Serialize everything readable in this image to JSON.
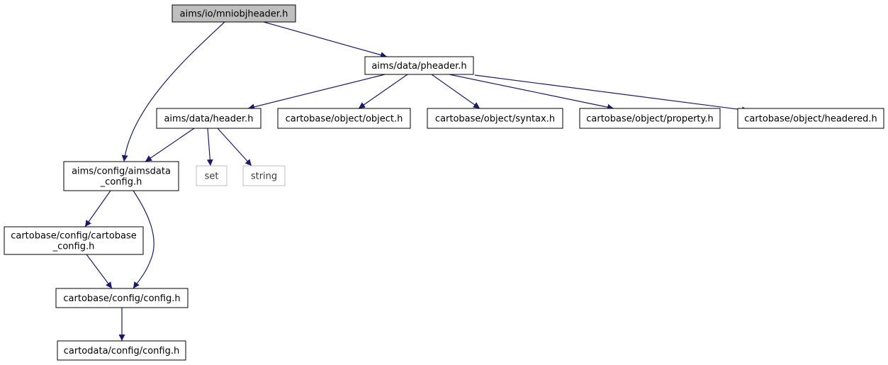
{
  "diagram": {
    "type": "include-dependency-graph",
    "colors": {
      "edge": "#191970",
      "node_border": "#000000",
      "root_fill": "#bfbfbf",
      "node_fill": "#ffffff",
      "system_border": "#bfbfbf"
    },
    "nodes": [
      {
        "id": "mniobjheader",
        "lines": [
          "aims/io/mniobjheader.h"
        ],
        "kind": "root"
      },
      {
        "id": "pheader",
        "lines": [
          "aims/data/pheader.h"
        ],
        "kind": "file"
      },
      {
        "id": "header",
        "lines": [
          "aims/data/header.h"
        ],
        "kind": "file"
      },
      {
        "id": "object",
        "lines": [
          "cartobase/object/object.h"
        ],
        "kind": "file"
      },
      {
        "id": "syntax",
        "lines": [
          "cartobase/object/syntax.h"
        ],
        "kind": "file"
      },
      {
        "id": "property",
        "lines": [
          "cartobase/object/property.h"
        ],
        "kind": "file"
      },
      {
        "id": "headered",
        "lines": [
          "cartobase/object/headered.h"
        ],
        "kind": "file"
      },
      {
        "id": "aimsdata_config",
        "lines": [
          "aims/config/aimsdata",
          "_config.h"
        ],
        "kind": "file"
      },
      {
        "id": "set",
        "lines": [
          "set"
        ],
        "kind": "system"
      },
      {
        "id": "string",
        "lines": [
          "string"
        ],
        "kind": "system"
      },
      {
        "id": "cartobase_config",
        "lines": [
          "cartobase/config/cartobase",
          "_config.h"
        ],
        "kind": "file"
      },
      {
        "id": "cb_config",
        "lines": [
          "cartobase/config/config.h"
        ],
        "kind": "file"
      },
      {
        "id": "cd_config",
        "lines": [
          "cartodata/config/config.h"
        ],
        "kind": "file"
      }
    ],
    "edges": [
      {
        "from": "mniobjheader",
        "to": "pheader"
      },
      {
        "from": "mniobjheader",
        "to": "aimsdata_config"
      },
      {
        "from": "pheader",
        "to": "header"
      },
      {
        "from": "pheader",
        "to": "object"
      },
      {
        "from": "pheader",
        "to": "syntax"
      },
      {
        "from": "pheader",
        "to": "property"
      },
      {
        "from": "pheader",
        "to": "headered"
      },
      {
        "from": "header",
        "to": "aimsdata_config"
      },
      {
        "from": "header",
        "to": "set"
      },
      {
        "from": "header",
        "to": "string"
      },
      {
        "from": "aimsdata_config",
        "to": "cartobase_config"
      },
      {
        "from": "aimsdata_config",
        "to": "cb_config"
      },
      {
        "from": "cartobase_config",
        "to": "cb_config"
      },
      {
        "from": "cb_config",
        "to": "cd_config"
      }
    ]
  }
}
